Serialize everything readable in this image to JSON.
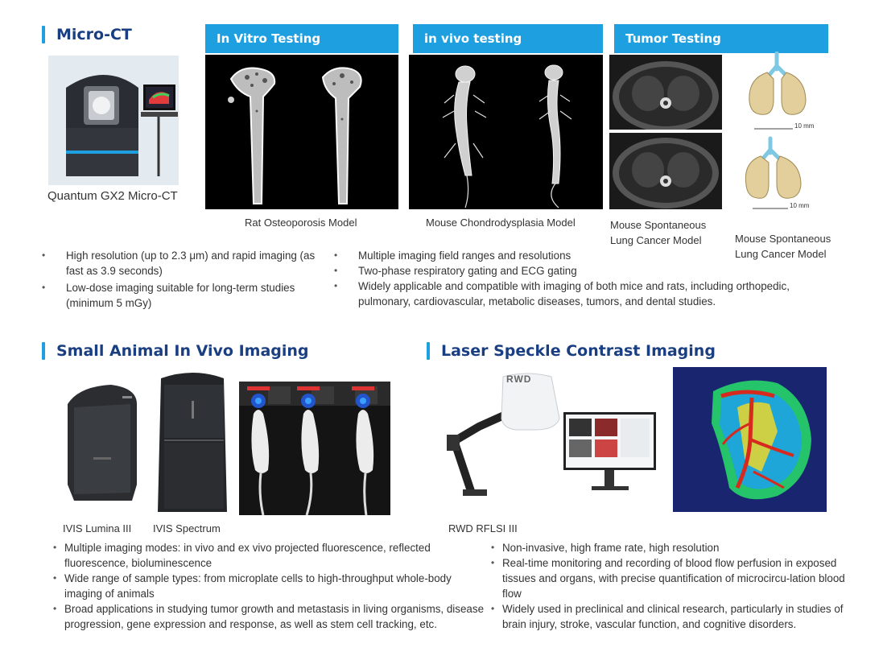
{
  "microct": {
    "title": "Micro-CT",
    "device_caption": "Quantum GX2 Micro-CT",
    "tabs": [
      "In Vitro Testing",
      "in vivo testing",
      "Tumor Testing"
    ],
    "captions": {
      "vitro": "Rat Osteoporosis Model",
      "vivo": "Mouse Chondrodysplasia Model",
      "tumor_a": "Mouse Spontaneous\nLung Cancer Model",
      "tumor_b": "Mouse Spontaneous\nLung Cancer Model"
    },
    "scale_label": "10 mm",
    "bullets_left": [
      "High resolution (up to 2.3 μm) and rapid imaging (as fast as 3.9 seconds)",
      "Low-dose imaging suitable for long-term studies (minimum 5 mGy)"
    ],
    "bullets_right": [
      "Multiple imaging field ranges and resolutions",
      "Two-phase respiratory gating and ECG gating",
      "Widely applicable and compatible with imaging of both mice and rats, including orthopedic, pulmonary, cardiovascular, metabolic diseases, tumors, and dental studies."
    ]
  },
  "invivo": {
    "title": "Small Animal In Vivo Imaging",
    "caption_lumina": "IVIS Lumina III",
    "caption_spectrum": "IVIS Spectrum",
    "bullets": [
      "Multiple imaging modes: in vivo and ex vivo projected fluorescence, reflected fluorescence, bioluminescence",
      "Wide range of sample types: from microplate cells to high-throughput whole-body imaging of animals",
      "Broad applications in studying tumor growth and metastasis in living organisms, disease progression, gene expression and response, as well as stem cell tracking, etc."
    ]
  },
  "laser": {
    "title": "Laser Speckle Contrast Imaging",
    "caption": "RWD RFLSI III",
    "device_brand": "RWD",
    "bullets": [
      "Non-invasive, high frame rate, high resolution",
      "Real-time monitoring and recording of blood flow perfusion in exposed tissues and organs, with precise quantification of microcircu-lation blood flow",
      "Widely used in preclinical and clinical research, particularly in studies of brain injury, stroke, vascular function, and cognitive disorders."
    ]
  },
  "colors": {
    "accent": "#1e9fe0",
    "heading": "#1a3e82"
  }
}
